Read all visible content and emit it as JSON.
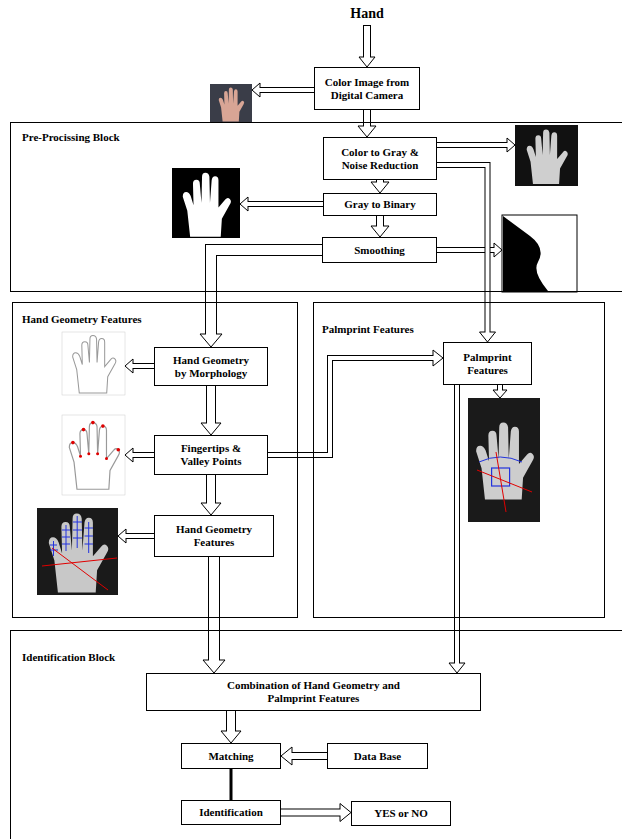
{
  "diagram": {
    "title": "Hand",
    "nodes": [
      {
        "text": [
          "Color Image from Digital Camera"
        ]
      },
      {
        "text": [
          "Pre-Procissing Block"
        ]
      },
      {
        "text": [
          "Color to Gray & Noise Reduction"
        ],
        "in": 1
      },
      {
        "text": [
          "Gray to Binary"
        ],
        "in": 1
      },
      {
        "text": [
          "Smoothing"
        ],
        "in": 1
      },
      {
        "text": [
          "Hand Geometry Features"
        ]
      },
      {
        "text": [
          "Hand Geometry by Morphology"
        ],
        "in": 5
      },
      {
        "text": [
          "Fingertips & Valley Points"
        ],
        "in": 5
      },
      {
        "text": [
          "Hand Geometry Features"
        ],
        "in": 5
      },
      {
        "text": [
          "Palmprint Features"
        ]
      },
      {
        "text": [
          "Palmprint Features"
        ],
        "in": 9
      },
      {
        "text": [
          "Identification Block"
        ]
      },
      {
        "text": [
          "Combination of Hand Geometry and Palmprint Features"
        ],
        "in": 11
      },
      {
        "text": [
          "Matching"
        ],
        "in": 11
      },
      {
        "text": [
          "Data Base"
        ],
        "in": 11
      },
      {
        "text": [
          "Identification"
        ],
        "in": 11
      },
      {
        "text": [
          "YES or NO"
        ],
        "in": 11
      }
    ],
    "edges": [
      {
        "from": 0,
        "to": 2,
        "arrow": "to"
      },
      {
        "from": 2,
        "to": 3,
        "arrow": "to"
      },
      {
        "from": 3,
        "to": 4,
        "arrow": "to"
      },
      {
        "from": 4,
        "to": 6,
        "arrow": "to"
      },
      {
        "from": 2,
        "to": 10,
        "arrow": "to"
      },
      {
        "from": 6,
        "to": 7,
        "arrow": "to"
      },
      {
        "from": 7,
        "to": 8,
        "arrow": "to"
      },
      {
        "from": 7,
        "to": 10,
        "arrow": "to"
      },
      {
        "from": 8,
        "to": 12,
        "arrow": "to"
      },
      {
        "from": 10,
        "to": 12,
        "arrow": "to"
      },
      {
        "from": 14,
        "to": 13,
        "arrow": "to"
      },
      {
        "from": 12,
        "to": 13,
        "arrow": "to"
      },
      {
        "from": 13,
        "to": 15,
        "arrow": "none"
      },
      {
        "from": 15,
        "to": 16,
        "arrow": "to"
      }
    ]
  }
}
